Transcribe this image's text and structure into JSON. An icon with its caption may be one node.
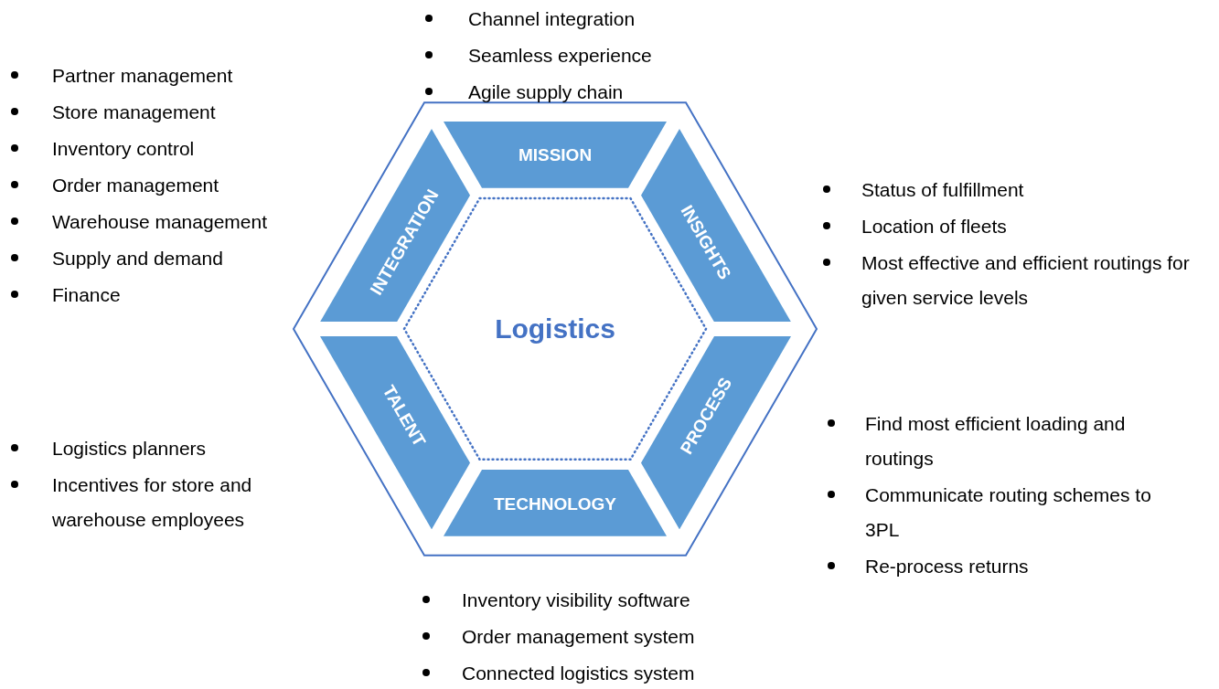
{
  "diagram": {
    "nodes": [
      {
        "text": [
          "MISSION"
        ]
      },
      {
        "text": [
          "INTEGRATION"
        ]
      },
      {
        "text": [
          "INSIGHTS"
        ]
      },
      {
        "text": [
          "Logistics"
        ]
      },
      {
        "text": [
          "TALENT"
        ]
      },
      {
        "text": [
          "PROCESS"
        ]
      },
      {
        "text": [
          "TECHNOLOGY"
        ]
      }
    ],
    "labels": [
      "Channel integration",
      "Seamless experience",
      "Agile supply chain",
      "Partner management",
      "Store management",
      "Inventory control",
      "Order management",
      "Warehouse management",
      "Supply and demand",
      "Finance",
      "Status of fulfillment",
      "Location of fleets",
      "Most effective and efficient routings for given service levels",
      "Find most efficient loading and routings",
      "Communicate routing schemes to 3PL",
      "Re-process returns",
      "Logistics planners",
      "Incentives for store and warehouse employees",
      "Inventory visibility software",
      "Order management system",
      "Connected logistics system"
    ]
  }
}
